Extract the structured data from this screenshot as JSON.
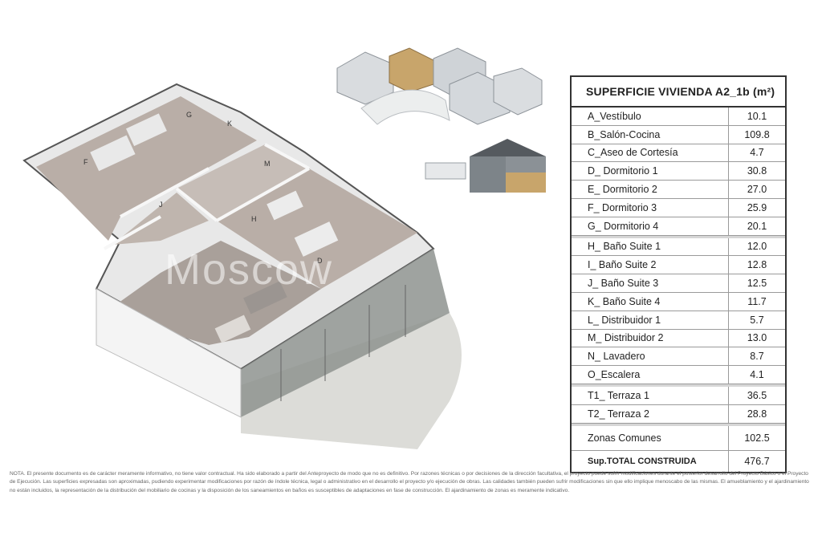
{
  "table": {
    "title": "SUPERFICIE VIVIENDA A2_1b (m²)",
    "rows": [
      {
        "label": "A_Vestíbulo",
        "value": "10.1"
      },
      {
        "label": "B_Salón-Cocina",
        "value": "109.8"
      },
      {
        "label": "C_Aseo de Cortesía",
        "value": "4.7"
      },
      {
        "label": "D_ Dormitorio 1",
        "value": "30.8"
      },
      {
        "label": "E_ Dormitorio 2",
        "value": "27.0"
      },
      {
        "label": "F_ Dormitorio 3",
        "value": "25.9"
      },
      {
        "label": "G_ Dormitorio 4",
        "value": "20.1"
      },
      {
        "label": "H_ Baño Suite 1",
        "value": "12.0"
      },
      {
        "label": "I_ Baño Suite 2",
        "value": "12.8"
      },
      {
        "label": "J_ Baño Suite 3",
        "value": "12.5"
      },
      {
        "label": "K_ Baño Suite 4",
        "value": "11.7"
      },
      {
        "label": "L_ Distribuidor 1",
        "value": "5.7"
      },
      {
        "label": "M_ Distribuidor 2",
        "value": "13.0"
      },
      {
        "label": "N_ Lavadero",
        "value": "8.7"
      },
      {
        "label": "O_Escalera",
        "value": "4.1"
      },
      {
        "label": "T1_ Terraza 1",
        "value": "36.5"
      },
      {
        "label": "T2_ Terraza 2",
        "value": "28.8"
      },
      {
        "label": "Zonas Comunes",
        "value": "102.5"
      },
      {
        "label": "Sup.TOTAL CONSTRUIDA",
        "value": "476.7"
      }
    ]
  },
  "plan": {
    "room_letters": {
      "G": "G",
      "K": "K",
      "F": "F",
      "M": "M",
      "J": "J",
      "H": "H",
      "D": "D"
    },
    "watermark": "Moscow"
  },
  "note": "NOTA. El presente documento es de carácter meramente informativo, no tiene valor contractual. Ha sido elaborado a partir del Anteproyecto de modo que no es definitivo. Por razones técnicas o por decisiones de la dirección facultativa, el proyecto puede sufrir modificaciones durante el posterior desarrollo del Proyecto Básico o el Proyecto de Ejecución. Las superficies expresadas son aproximadas, pudiendo experimentar modificaciones por razón de índole técnica, legal o administrativo en el desarrollo el proyecto y/o ejecución de obras. Las calidades también pueden sufrir modificaciones sin que ello implique menoscabo de las mismas. El amueblamiento y el ajardinamiento no están incluidos, la representación de la distribución del mobiliario de cocinas y la disposición de los saneamientos en baños es susceptibles de adaptaciones en fase de construcción. El ajardinamiento de zonas es meramente indicativo.",
  "colors": {
    "floor": "#b7aca5",
    "wall": "#f3f3f3",
    "glass": "#9a9f9b",
    "accent": "#c8a56b"
  }
}
